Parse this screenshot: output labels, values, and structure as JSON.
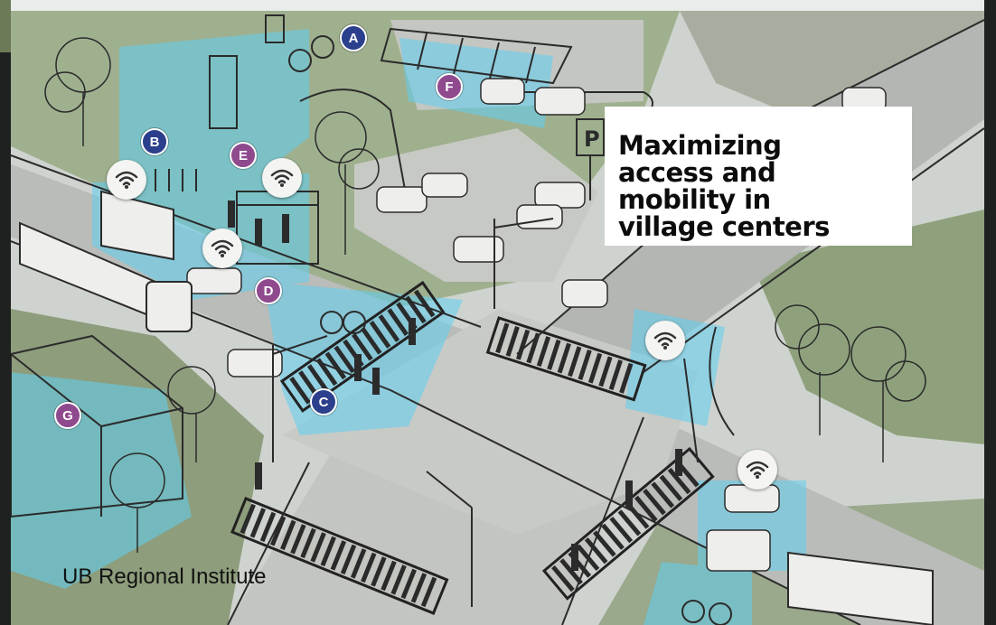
{
  "title": "Maximizing\naccess and\nmobility in\nvillage centers",
  "credit": "UB Regional Institute",
  "markers": [
    {
      "label": "A",
      "category": "blue"
    },
    {
      "label": "B",
      "category": "blue"
    },
    {
      "label": "C",
      "category": "blue"
    },
    {
      "label": "D",
      "category": "purple"
    },
    {
      "label": "E",
      "category": "purple"
    },
    {
      "label": "F",
      "category": "purple"
    },
    {
      "label": "G",
      "category": "purple"
    }
  ],
  "colors": {
    "marker_blue": "#2b3f8c",
    "marker_purple": "#8f4a8e",
    "highlight": "#5fd0f2"
  },
  "icons": [
    "wifi-icon",
    "parking-sign-icon"
  ]
}
